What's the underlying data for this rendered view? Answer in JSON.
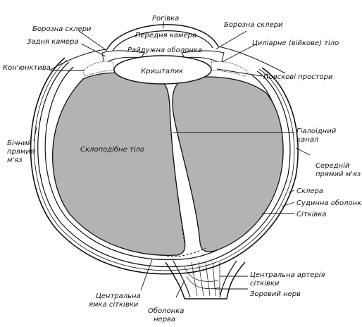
{
  "diagram": {
    "labels": {
      "cornea": "Рогівка",
      "scleral_sulcus_left": "Борозна склери",
      "scleral_sulcus_right": "Борозна склери",
      "anterior_chamber": "Передня камера",
      "posterior_chamber": "Задня камера",
      "iris": "Райдужна оболонка",
      "ciliary_body": "Циліарне (війкове) тіло",
      "conjunctiva": "Кон'юнктива",
      "lens": "Кришталик",
      "zonular_spaces": "Пояскові простори",
      "vitreous_body": "Склоподібне тіло",
      "hyaloid_canal_1": "Гіалоїдний",
      "hyaloid_canal_2": "канал",
      "lateral_rectus_1": "Бічний",
      "lateral_rectus_2": "прямий",
      "lateral_rectus_3": "м'яз",
      "medial_rectus_1": "Середній",
      "medial_rectus_2": "прямий м'яз",
      "sclera": "Склера",
      "choroid": "Судинна оболонка",
      "retina": "Сітківка",
      "central_artery_1": "Центральна артерія",
      "central_artery_2": "сітківки",
      "optic_nerve": "Зоровий нерв",
      "fovea_1": "Центральна",
      "fovea_2": "ямка сітківки",
      "nerve_sheath_1": "Оболонка",
      "nerve_sheath_2": "нерва"
    },
    "colors": {
      "vitreous_fill": "#b3b3b3",
      "line": "#111111",
      "background": "#ffffff"
    }
  }
}
